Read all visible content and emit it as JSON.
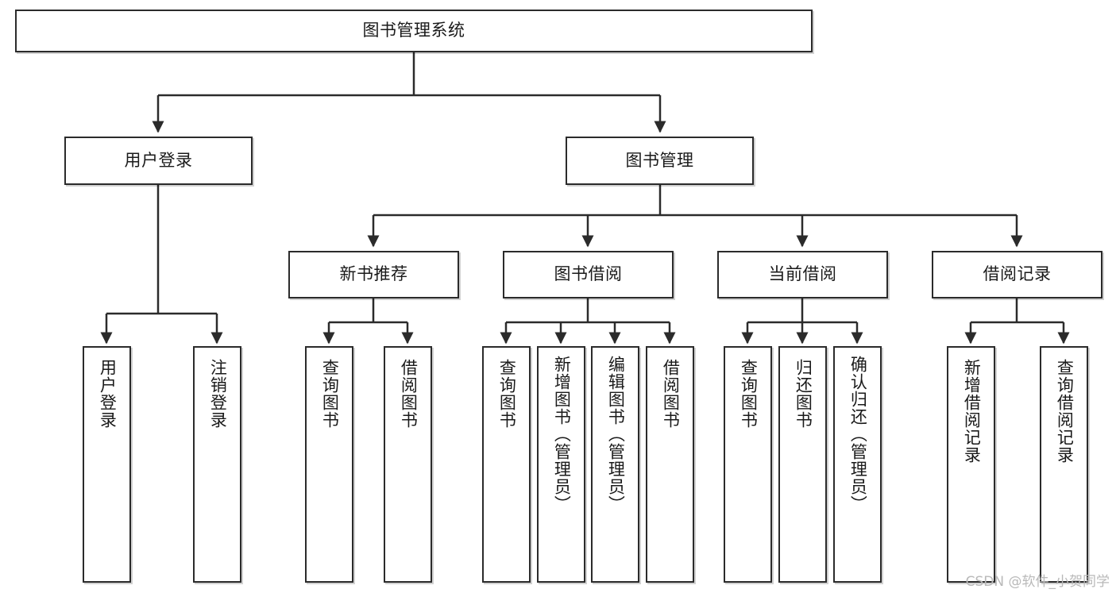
{
  "diagram": {
    "type": "tree",
    "title": "图书管理系统",
    "orientation": "top-down",
    "colors": {
      "box_border": "#2b2b2b",
      "box_fill": "#ffffff",
      "edge": "#2b2b2b",
      "text": "#1a1a1a",
      "watermark": "#b9b9b9"
    },
    "root": {
      "id": "root",
      "label": "图书管理系统",
      "text_direction": "horizontal"
    },
    "level2": [
      {
        "id": "user-login",
        "label": "用户登录",
        "text_direction": "horizontal"
      },
      {
        "id": "book-manage",
        "label": "图书管理",
        "text_direction": "horizontal"
      }
    ],
    "level3": [
      {
        "id": "new-book-recommend",
        "label": "新书推荐",
        "parent": "book-manage",
        "text_direction": "horizontal"
      },
      {
        "id": "book-borrow",
        "label": "图书借阅",
        "parent": "book-manage",
        "text_direction": "horizontal"
      },
      {
        "id": "current-borrow",
        "label": "当前借阅",
        "parent": "book-manage",
        "text_direction": "horizontal"
      },
      {
        "id": "borrow-record",
        "label": "借阅记录",
        "parent": "book-manage",
        "text_direction": "horizontal"
      }
    ],
    "leaves": [
      {
        "id": "leaf-user-login",
        "label": "用户登录",
        "parent": "user-login",
        "text_direction": "vertical"
      },
      {
        "id": "leaf-user-logout",
        "label": "注销登录",
        "parent": "user-login",
        "text_direction": "vertical"
      },
      {
        "id": "leaf-query-book-1",
        "label": "查询图书",
        "parent": "new-book-recommend",
        "text_direction": "vertical"
      },
      {
        "id": "leaf-borrow-book-1",
        "label": "借阅图书",
        "parent": "new-book-recommend",
        "text_direction": "vertical"
      },
      {
        "id": "leaf-query-book-2",
        "label": "查询图书",
        "parent": "book-borrow",
        "text_direction": "vertical"
      },
      {
        "id": "leaf-add-book",
        "label": "新增图书（管理员）",
        "parent": "book-borrow",
        "text_direction": "vertical"
      },
      {
        "id": "leaf-edit-book",
        "label": "编辑图书（管理员）",
        "parent": "book-borrow",
        "text_direction": "vertical"
      },
      {
        "id": "leaf-borrow-book-2",
        "label": "借阅图书",
        "parent": "book-borrow",
        "text_direction": "vertical"
      },
      {
        "id": "leaf-query-book-3",
        "label": "查询图书",
        "parent": "current-borrow",
        "text_direction": "vertical"
      },
      {
        "id": "leaf-return-book",
        "label": "归还图书",
        "parent": "current-borrow",
        "text_direction": "vertical"
      },
      {
        "id": "leaf-confirm-return",
        "label": "确认归还（管理员）",
        "parent": "current-borrow",
        "text_direction": "vertical"
      },
      {
        "id": "leaf-add-record",
        "label": "新增借阅记录",
        "parent": "borrow-record",
        "text_direction": "vertical"
      },
      {
        "id": "leaf-query-record",
        "label": "查询借阅记录",
        "parent": "borrow-record",
        "text_direction": "vertical"
      }
    ]
  },
  "watermark": {
    "text": "CSDN @软件_小贺同学"
  }
}
